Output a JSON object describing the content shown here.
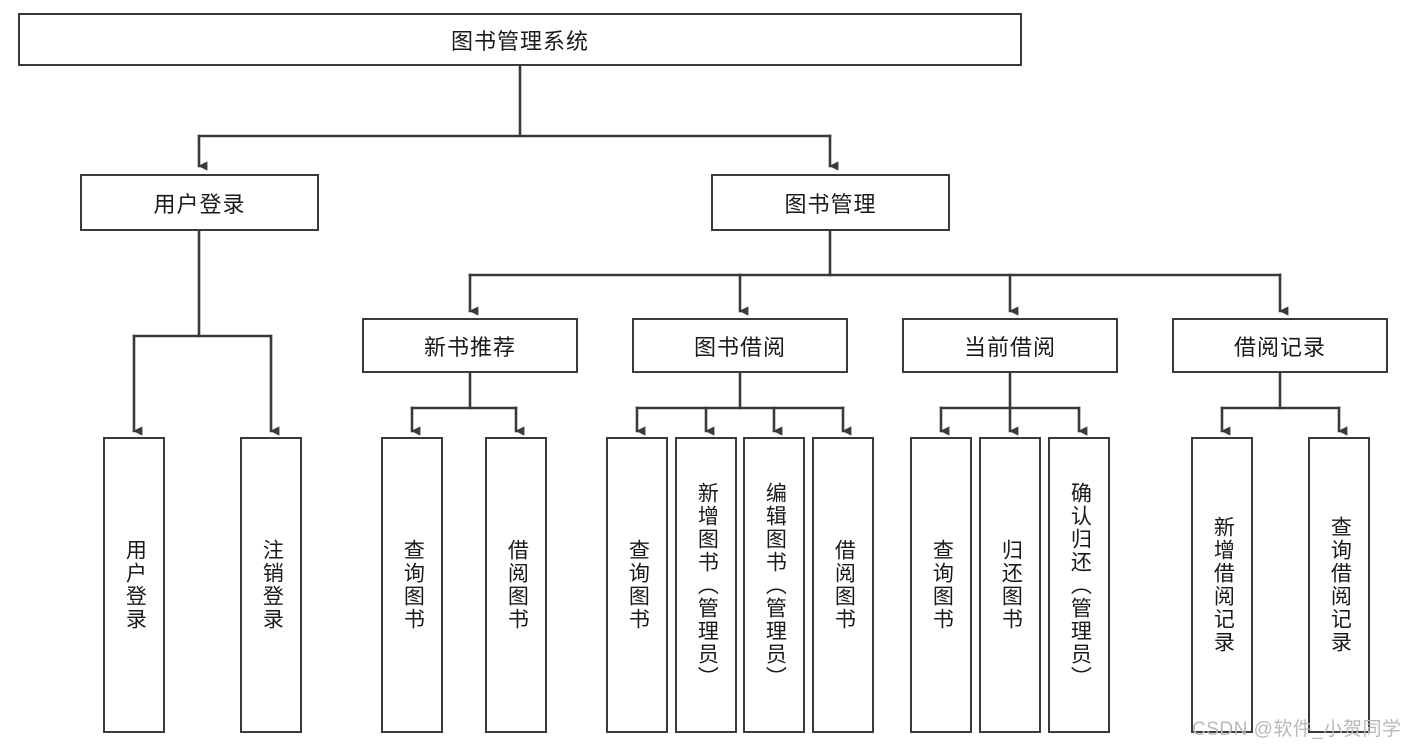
{
  "diagram": {
    "title": "图书管理系统",
    "type": "tree-hierarchy-diagram",
    "orientation": "top-down",
    "colors": {
      "box_border": "#3a3a3a",
      "box_fill": "#ffffff",
      "connector": "#3a3a3a",
      "text": "#1a1a1a",
      "watermark": "#b9b9b9",
      "background": "#ffffff"
    }
  },
  "root": {
    "label": "图书管理系统"
  },
  "level2": [
    {
      "label": "用户登录"
    },
    {
      "label": "图书管理"
    }
  ],
  "level3": [
    {
      "label": "新书推荐"
    },
    {
      "label": "图书借阅"
    },
    {
      "label": "当前借阅"
    },
    {
      "label": "借阅记录"
    }
  ],
  "leaves": {
    "user_login": [
      {
        "label": "用户登录"
      },
      {
        "label": "注销登录"
      }
    ],
    "new_book": [
      {
        "label": "查询图书"
      },
      {
        "label": "借阅图书"
      }
    ],
    "book_borrow": [
      {
        "label": "查询图书"
      },
      {
        "label": "新增图书（管理员）"
      },
      {
        "label": "编辑图书（管理员）"
      },
      {
        "label": "借阅图书"
      }
    ],
    "current_borrow": [
      {
        "label": "查询图书"
      },
      {
        "label": "归还图书"
      },
      {
        "label": "确认归还（管理员）"
      }
    ],
    "borrow_record": [
      {
        "label": "新增借阅记录"
      },
      {
        "label": "查询借阅记录"
      }
    ]
  },
  "watermark": {
    "text": "CSDN @软件_小贺同学"
  }
}
